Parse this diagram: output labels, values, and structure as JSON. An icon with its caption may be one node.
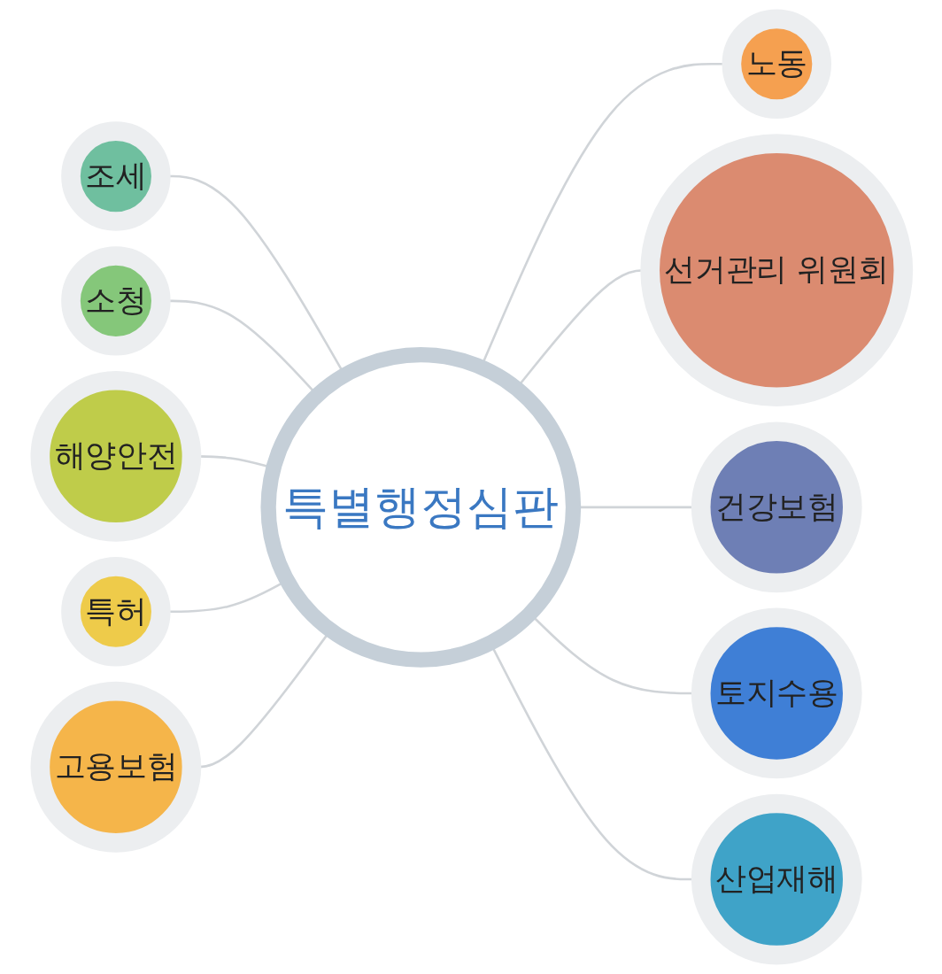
{
  "diagram": {
    "nodes": [
      {
        "text": [
          "특별행정심판"
        ]
      },
      {
        "text": [
          "조세"
        ]
      },
      {
        "text": [
          "소청"
        ]
      },
      {
        "text": [
          "해양안전"
        ]
      },
      {
        "text": [
          "특허"
        ]
      },
      {
        "text": [
          "고용보험"
        ]
      },
      {
        "text": [
          "노동"
        ]
      },
      {
        "text": [
          "선거관리 위원회"
        ]
      },
      {
        "text": [
          "건강보험"
        ]
      },
      {
        "text": [
          "토지수용"
        ]
      },
      {
        "text": [
          "산업재해"
        ]
      }
    ],
    "edges": [
      {
        "from": 1,
        "to": 0,
        "arrow": "none"
      },
      {
        "from": 2,
        "to": 0,
        "arrow": "none"
      },
      {
        "from": 3,
        "to": 0,
        "arrow": "none"
      },
      {
        "from": 4,
        "to": 0,
        "arrow": "none"
      },
      {
        "from": 5,
        "to": 0,
        "arrow": "none"
      },
      {
        "from": 0,
        "to": 6,
        "arrow": "none"
      },
      {
        "from": 0,
        "to": 7,
        "arrow": "none"
      },
      {
        "from": 0,
        "to": 8,
        "arrow": "none"
      },
      {
        "from": 0,
        "to": 9,
        "arrow": "none"
      },
      {
        "from": 0,
        "to": 10,
        "arrow": "none"
      }
    ]
  }
}
